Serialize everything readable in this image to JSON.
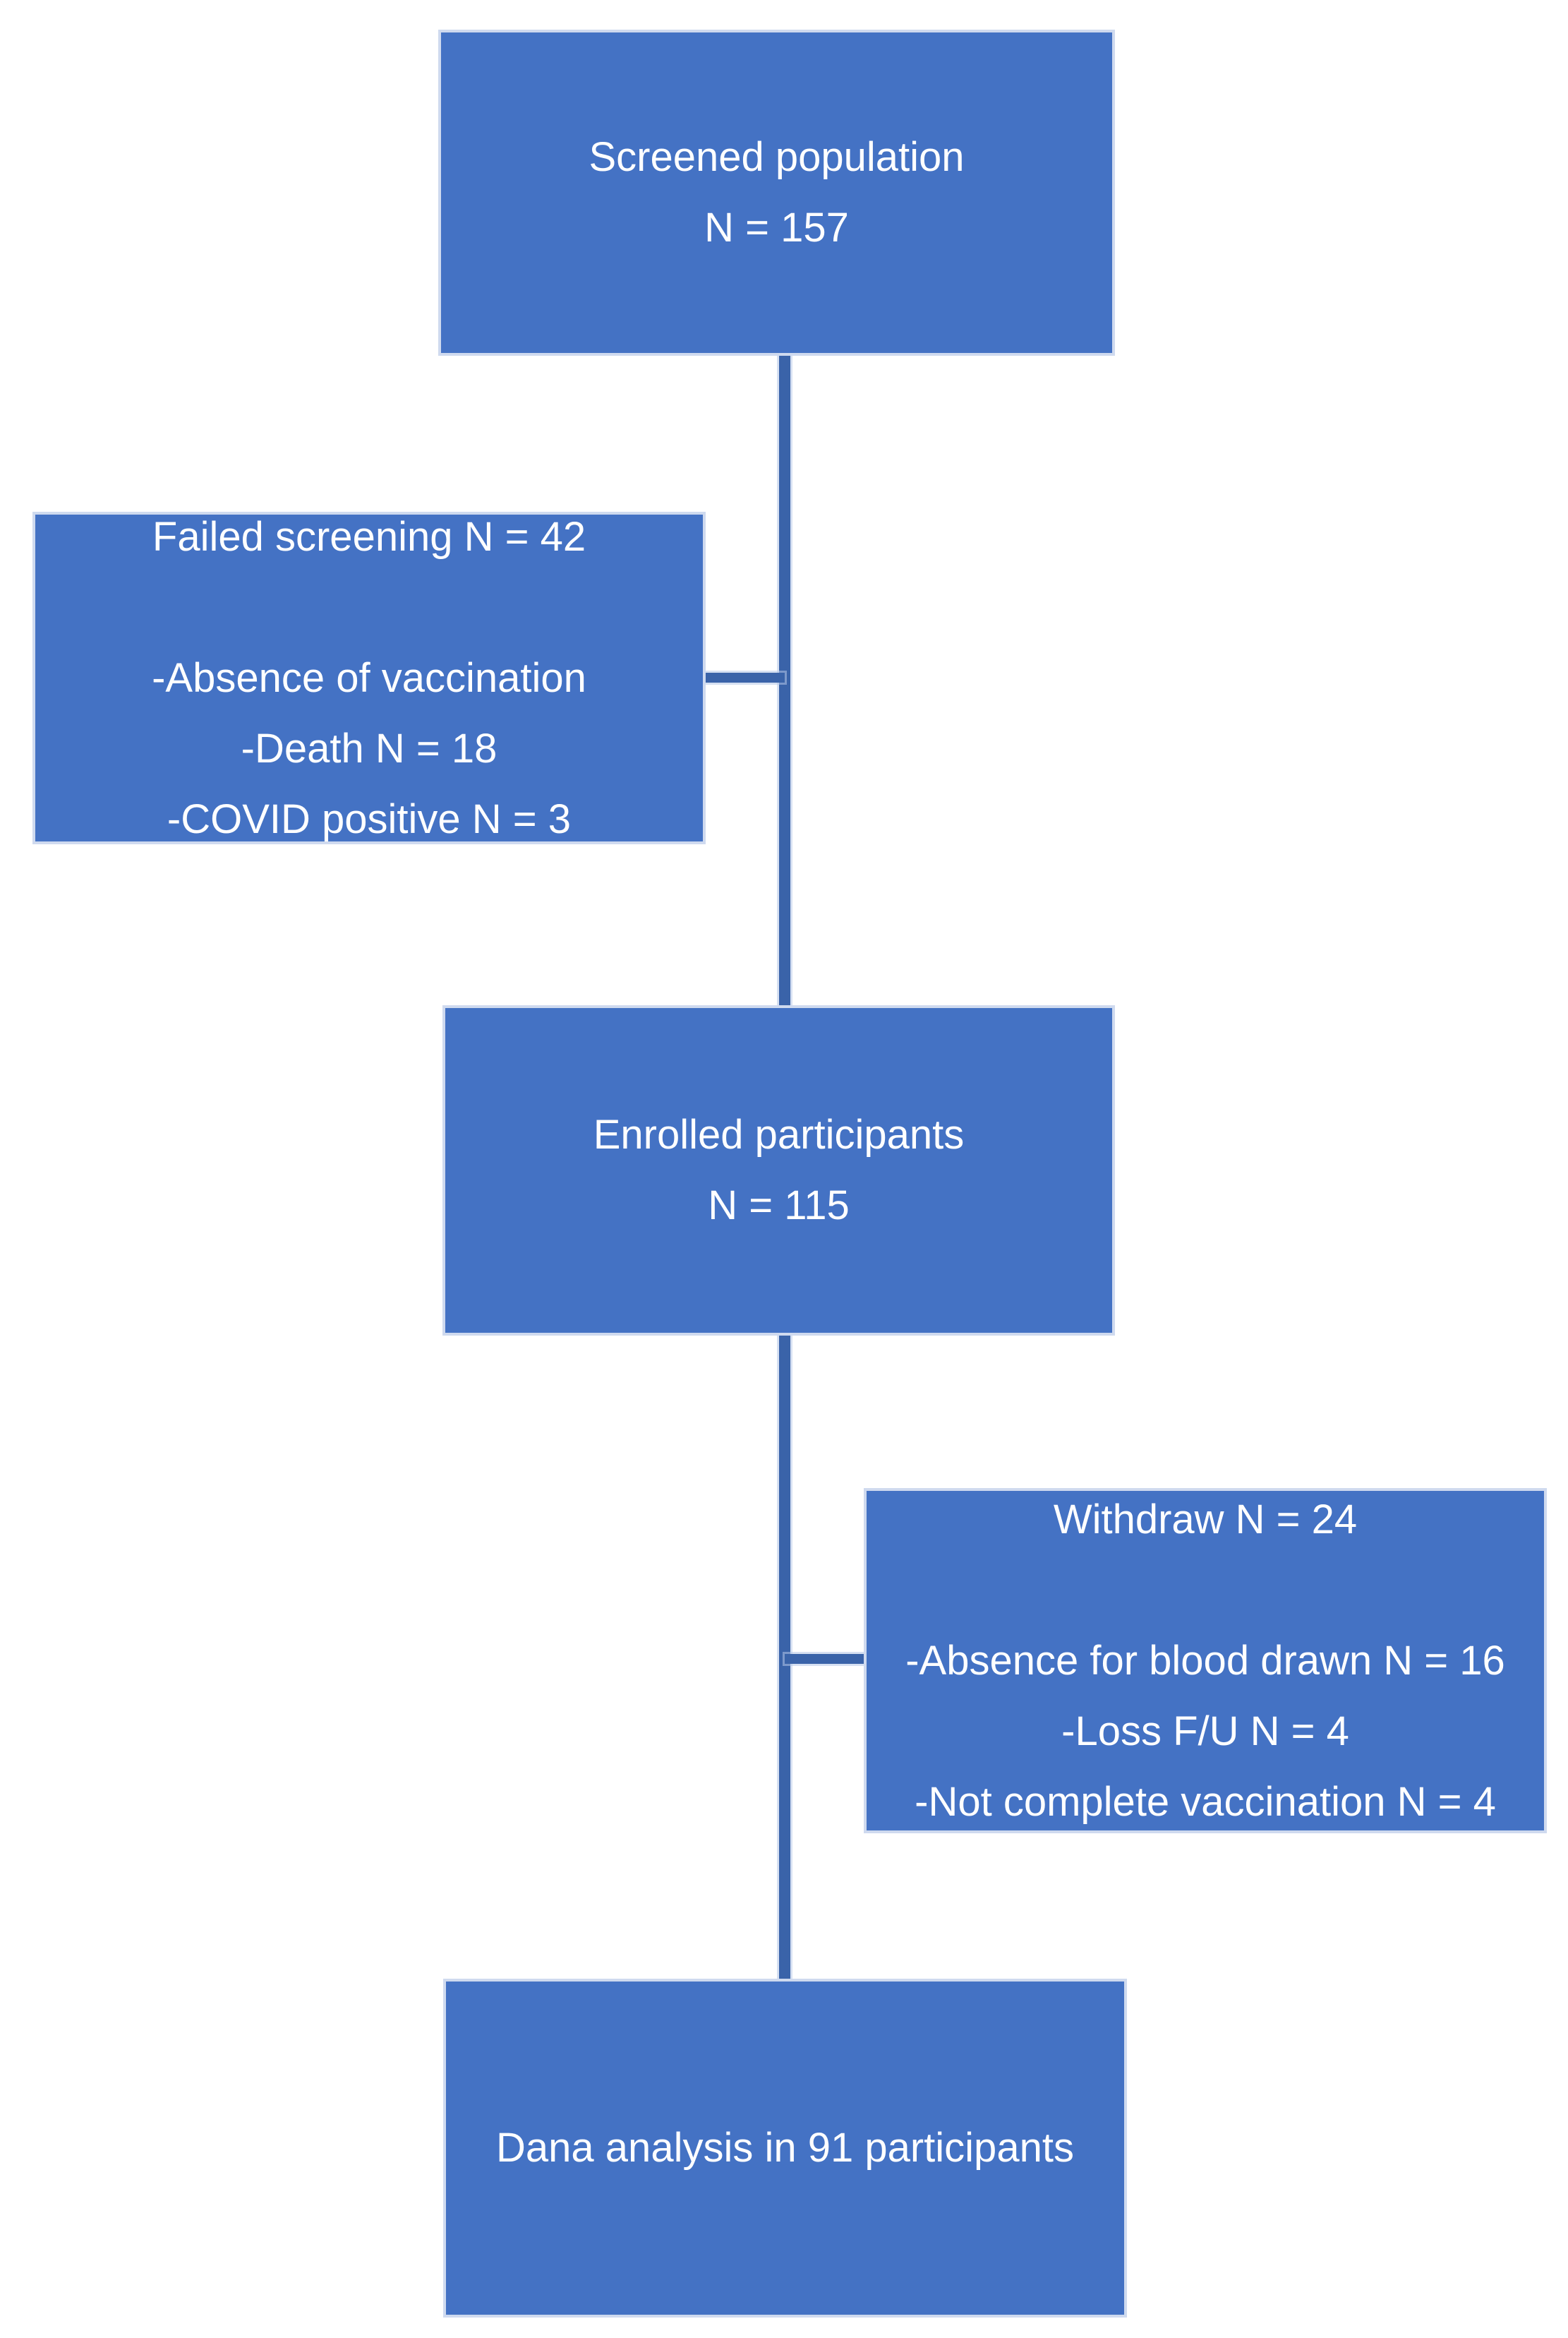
{
  "diagram": {
    "title": "Study enrollment flowchart",
    "colors": {
      "box_fill": "#4472C4",
      "box_border": "#CFDAEF",
      "connector": "#3A63A9",
      "text": "#FFFFFF",
      "background": "#FFFFFF"
    },
    "boxes": {
      "screened": {
        "lines": [
          "Screened population",
          "N = 157"
        ]
      },
      "failed": {
        "lines": [
          "Failed screening N = 42",
          "",
          "-Absence of vaccination",
          "-Death N = 18",
          "-COVID positive N = 3"
        ]
      },
      "enrolled": {
        "lines": [
          "Enrolled participants",
          "N = 115"
        ]
      },
      "withdraw": {
        "lines": [
          "Withdraw N = 24",
          "",
          "-Absence for blood drawn N = 16",
          "-Loss F/U N = 4",
          "-Not complete vaccination N = 4"
        ]
      },
      "analysis": {
        "lines": [
          "Dana analysis in 91 participants"
        ]
      }
    }
  }
}
